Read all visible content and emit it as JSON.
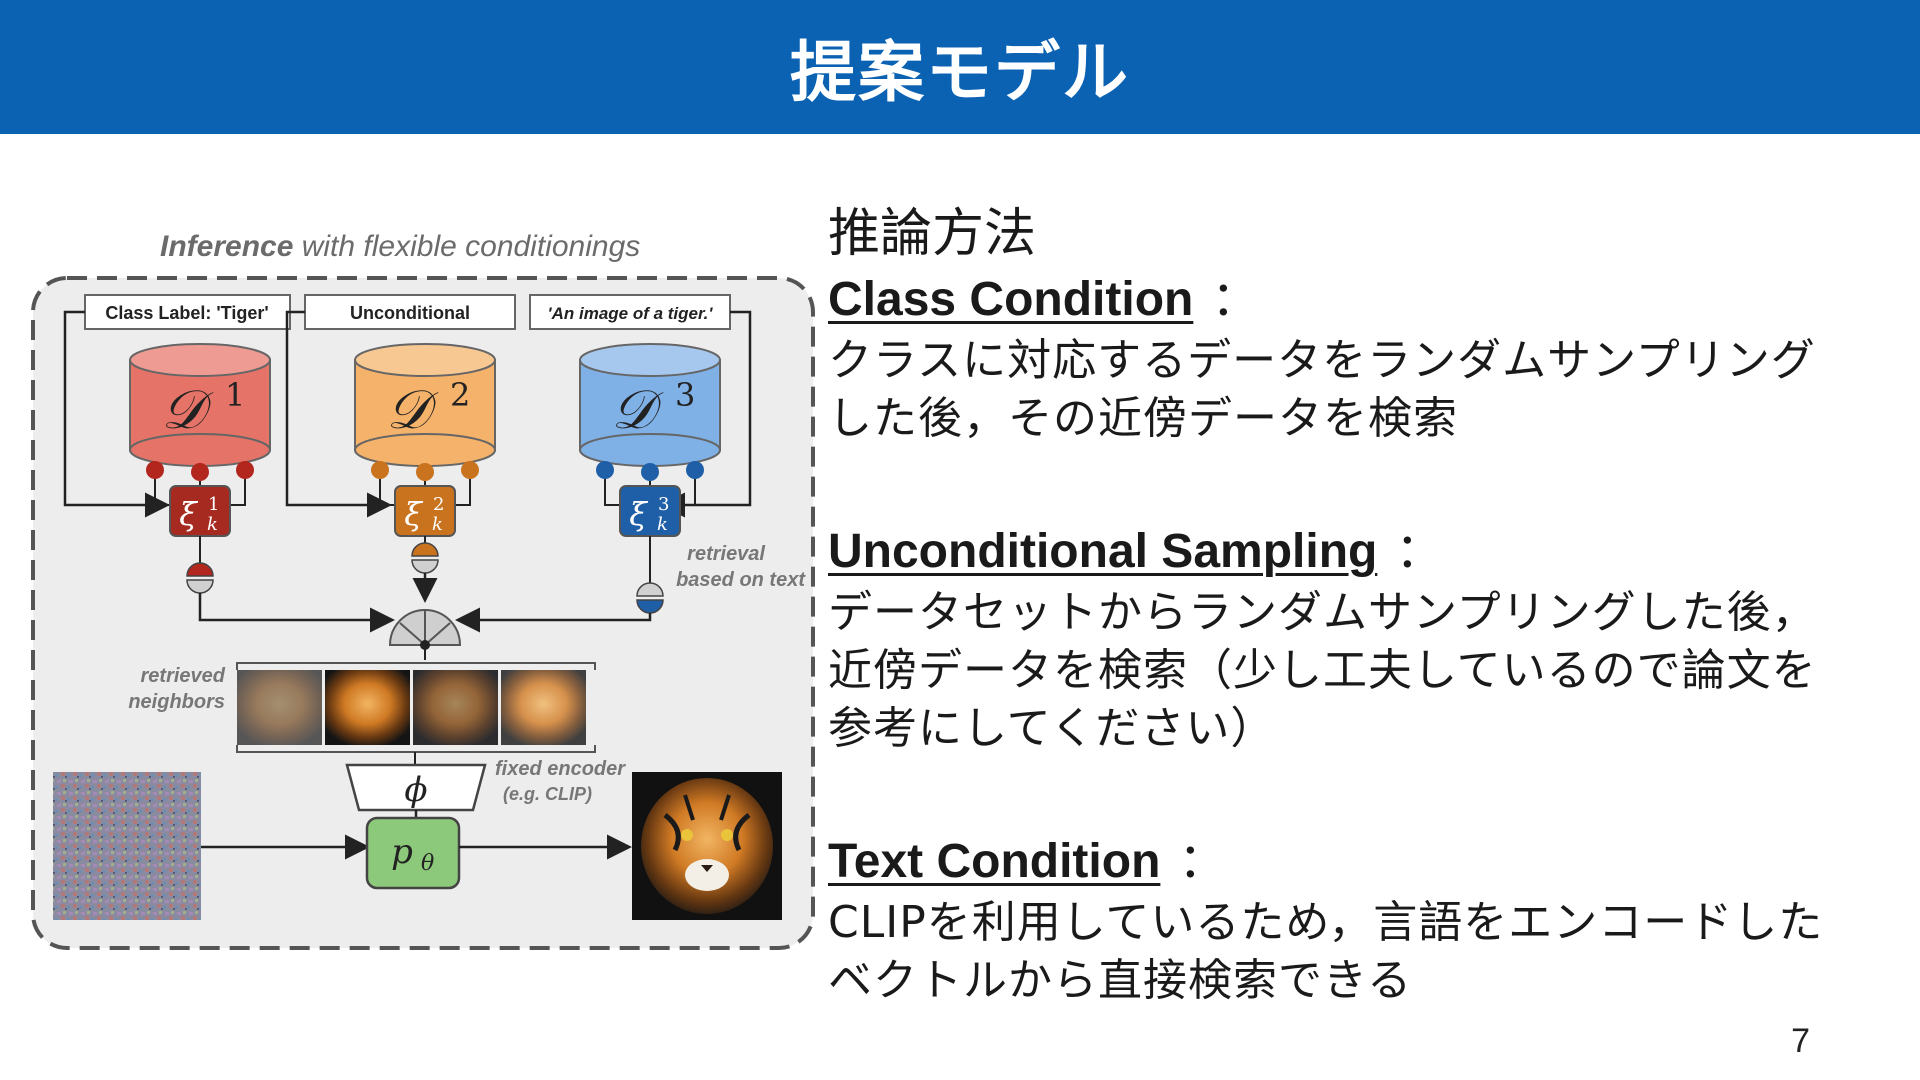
{
  "slide": {
    "title": "提案モデル",
    "page_number": "7"
  },
  "diagram": {
    "caption_bold": "Inference",
    "caption_rest": " with flexible conditionings",
    "label_class": "Class Label: 'Tiger'",
    "label_uncond": "Unconditional",
    "label_text": "'An image of a tiger.'",
    "db1": "𝒟",
    "db1_sup": "1",
    "db2": "𝒟",
    "db2_sup": "2",
    "db3": "𝒟",
    "db3_sup": "3",
    "xi": "ξ",
    "xi_sub": "k",
    "xi1_sup": "1",
    "xi2_sup": "2",
    "xi3_sup": "3",
    "retrieval_line1": "retrieval",
    "retrieval_line2": "based on text",
    "neighbors_line1": "retrieved",
    "neighbors_line2": "neighbors",
    "encoder_symbol": "ϕ",
    "encoder_line1": "fixed encoder",
    "encoder_line2": "(e.g. CLIP)",
    "model_symbol": "p",
    "model_sub": "θ",
    "colors": {
      "red": "#b3261e",
      "red_light": "#e57368",
      "orange": "#c9731f",
      "orange_light": "#f5b26b",
      "blue": "#1f5fa8",
      "blue_light": "#7fb0e6",
      "green": "#8cc97a",
      "frame": "#ededed"
    }
  },
  "content": {
    "section_title": "推論方法",
    "items": [
      {
        "heading": "Class Condition",
        "colon": "：",
        "lines": [
          "クラスに対応するデータをランダムサンプリング",
          "した後，その近傍データを検索"
        ]
      },
      {
        "heading": "Unconditional Sampling",
        "colon": "：",
        "lines": [
          "データセットからランダムサンプリングした後，",
          "近傍データを検索（少し工夫しているので論文を",
          "参考にしてください）"
        ]
      },
      {
        "heading": "Text Condition",
        "colon": "：",
        "lines": [
          "CLIPを利用しているため，言語をエンコードした",
          "ベクトルから直接検索できる"
        ]
      }
    ]
  }
}
